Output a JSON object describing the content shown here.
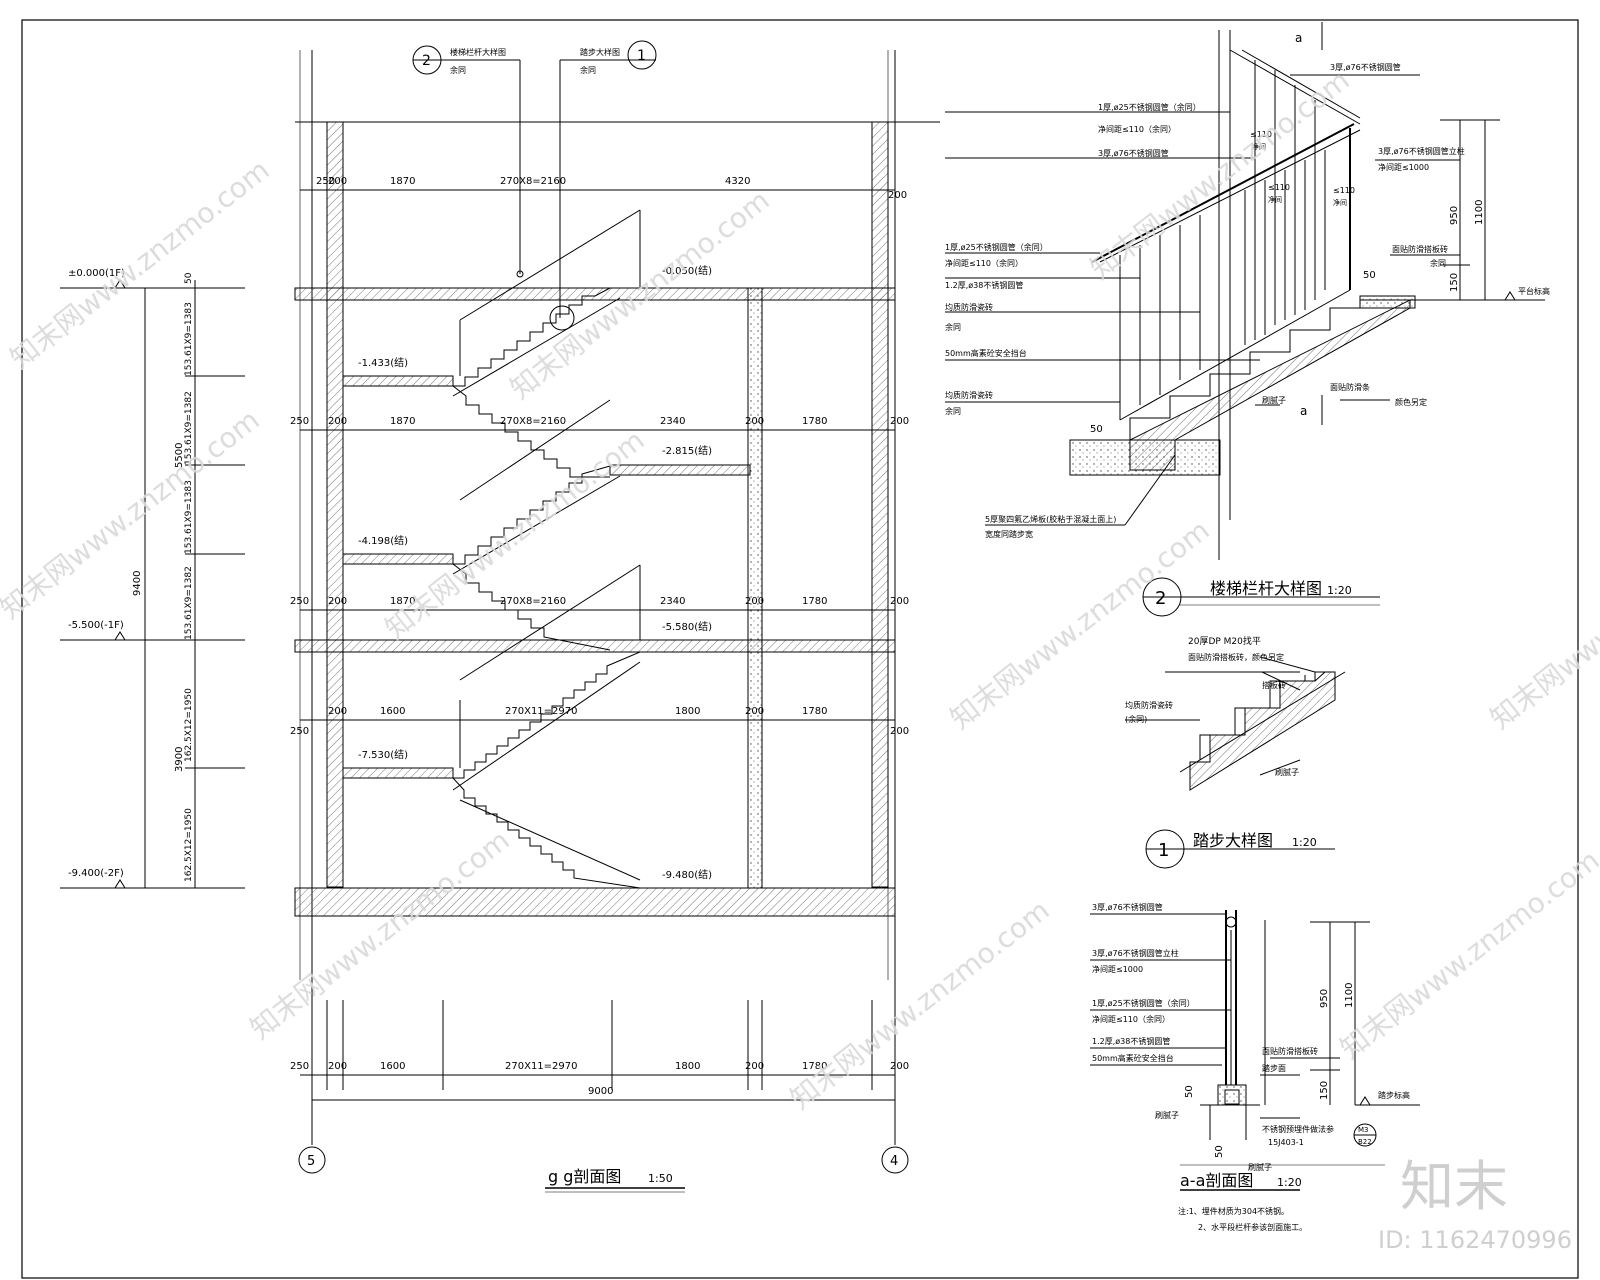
{
  "main_section": {
    "title": "g g剖面图",
    "scale": "1:50",
    "dims_top": [
      "250",
      "200",
      "1870",
      "270X8=2160",
      "4320",
      "200"
    ],
    "dims_mid1": [
      "250",
      "200",
      "1870",
      "270X8=2160",
      "2340",
      "200",
      "1780",
      "200"
    ],
    "dims_mid2": [
      "250",
      "200",
      "1870",
      "270X8=2160",
      "2340",
      "200",
      "1780",
      "200"
    ],
    "dims_low": [
      "250",
      "200",
      "1600",
      "270X11=2970",
      "1800",
      "200",
      "1780",
      "200"
    ],
    "dims_bottom": [
      "250",
      "200",
      "1600",
      "270X11=2970",
      "1800",
      "200",
      "1780",
      "200"
    ],
    "total_width": "9000",
    "levels_left": [
      "±0.000(1F)",
      "-5.500(-1F)",
      "-9.400(-2F)"
    ],
    "vertical_dims": [
      "5500",
      "9400",
      "3900"
    ],
    "riser_dims": [
      "153.61X9=1383",
      "153.61X9=1382",
      "153.61X9=1383",
      "153.61X9=1382",
      "162.5X12=1950",
      "162.5X12=1950"
    ],
    "top_50": "50",
    "landing_levels": [
      "-0.050(结)",
      "-1.433(结)",
      "-2.815(结)",
      "-4.198(结)",
      "-5.580(结)",
      "-7.530(结)",
      "-9.480(结)"
    ],
    "axes": [
      "5",
      "4"
    ],
    "callout_2": {
      "num": "2",
      "line1": "楼梯栏杆大样图",
      "line2": "余同"
    },
    "callout_1": {
      "num": "1",
      "line1": "踏步大样图",
      "line2": "余同"
    }
  },
  "railing_detail": {
    "title": "楼梯栏杆大样图",
    "num": "2",
    "scale": "1:20",
    "section_mark": "a",
    "labels": [
      "3厚,ø76不锈钢圆管",
      "1厚,ø25不锈钢圆管（余同）",
      "净间距≤110（余同）",
      "3厚,ø76不锈钢圆管",
      "3厚,ø76不锈钢圆管立柱",
      "净间距≤1000",
      "1厚,ø25不锈钢圆管（余同）",
      "净间距≤110（余同）",
      "1.2厚,ø38不锈钢圆管",
      "均质防滑瓷砖",
      "余同",
      "50mm高素砼安全挡台",
      "均质防滑瓷砖",
      "余同",
      "面贴防滑条",
      "颜色另定",
      "面贴防滑搭板砖",
      "余同",
      "平台标高",
      "刷腻子",
      "5厚聚四氟乙烯板(胶粘于混凝土面上)",
      "宽度同踏步宽"
    ],
    "clear_110": [
      "≤110",
      "净间",
      "≤110",
      "净间",
      "≤110",
      "净间"
    ],
    "dims": [
      "950",
      "1100",
      "150",
      "50",
      "50"
    ]
  },
  "tread_detail": {
    "title": "踏步大样图",
    "num": "1",
    "scale": "1:20",
    "labels": [
      "20厚DP M20找平",
      "面贴防滑搭板砖，颜色另定",
      "搭板砖",
      "均质防滑瓷砖",
      "(余同)",
      "刷腻子"
    ]
  },
  "aa_section": {
    "title": "a-a剖面图",
    "scale": "1:20",
    "labels": [
      "3厚,ø76不锈钢圆管",
      "3厚,ø76不锈钢圆管立柱",
      "净间距≤1000",
      "1厚,ø25不锈钢圆管（余同）",
      "净间距≤110（余同）",
      "1.2厚,ø38不锈钢圆管",
      "50mm高素砼安全挡台",
      "面贴防滑搭板砖",
      "踏步面",
      "刷腻子",
      "不锈钢预埋件做法参",
      "15J403-1",
      "踏步标高",
      "刷腻子"
    ],
    "ref_code": [
      "M3",
      "B22"
    ],
    "dims": [
      "950",
      "1100",
      "150",
      "50",
      "50"
    ],
    "notes": [
      "注:1、埋件材质为304不锈钢。",
      "2、水平段栏杆参该剖面施工。"
    ]
  },
  "watermark": {
    "brand": "知末",
    "site": "知末网www.znzmo.com",
    "id": "ID: 1162470996"
  },
  "colors": {
    "line": "#000000",
    "hatch": "#555555",
    "watermark": "#d6d6d6",
    "background": "#ffffff"
  }
}
